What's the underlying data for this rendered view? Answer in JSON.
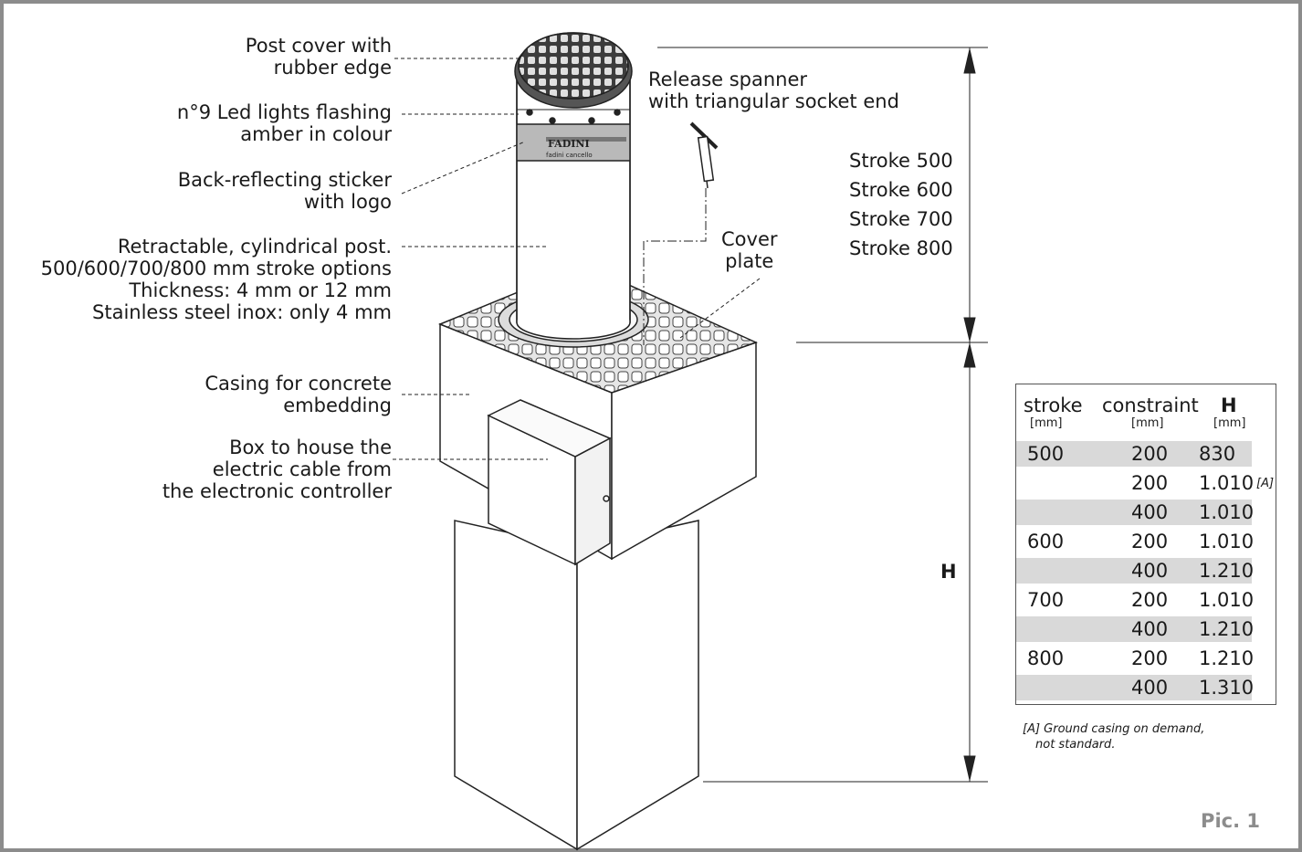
{
  "labels": {
    "post_cover": [
      "Post cover with",
      "rubber edge"
    ],
    "led_lights": [
      "n°9 Led lights flashing",
      "amber in colour"
    ],
    "sticker": [
      "Back-reflecting sticker",
      "with logo"
    ],
    "post": [
      "Retractable, cylindrical post.",
      "500/600/700/800 mm stroke options",
      "Thickness: 4 mm or 12 mm",
      "Stainless steel inox: only 4 mm"
    ],
    "casing": [
      "Casing for concrete",
      "embedding"
    ],
    "box": [
      "Box to house the",
      "electric cable from",
      "the electronic controller"
    ],
    "spanner": [
      "Release spanner",
      "with triangular socket end"
    ],
    "cover_plate": [
      "Cover",
      "plate"
    ],
    "strokes": [
      "Stroke 500",
      "Stroke 600",
      "Stroke 700",
      "Stroke 800"
    ],
    "h_dim": "H",
    "logo_text": "FADINI",
    "logo_sub": "fadini cancello"
  },
  "table": {
    "headers": [
      {
        "title": "stroke",
        "unit": "[mm]"
      },
      {
        "title": "constraint",
        "unit": "[mm]"
      },
      {
        "title": "H",
        "unit": "[mm]"
      }
    ],
    "rows": [
      {
        "stroke": "500",
        "constraint": "200",
        "h": "830",
        "note": ""
      },
      {
        "stroke": "",
        "constraint": "200",
        "h": "1.010",
        "note": "[A]"
      },
      {
        "stroke": "",
        "constraint": "400",
        "h": "1.010",
        "note": ""
      },
      {
        "stroke": "600",
        "constraint": "200",
        "h": "1.010",
        "note": ""
      },
      {
        "stroke": "",
        "constraint": "400",
        "h": "1.210",
        "note": ""
      },
      {
        "stroke": "700",
        "constraint": "200",
        "h": "1.010",
        "note": ""
      },
      {
        "stroke": "",
        "constraint": "400",
        "h": "1.210",
        "note": ""
      },
      {
        "stroke": "800",
        "constraint": "200",
        "h": "1.210",
        "note": ""
      },
      {
        "stroke": "",
        "constraint": "400",
        "h": "1.310",
        "note": ""
      }
    ],
    "footnote": [
      "[A] Ground casing on demand,",
      "not standard."
    ]
  },
  "caption": "Pic. 1",
  "colors": {
    "frame": "#8c8c8c",
    "row_shade": "#d9d9d9",
    "caption": "#8c8c8c"
  }
}
